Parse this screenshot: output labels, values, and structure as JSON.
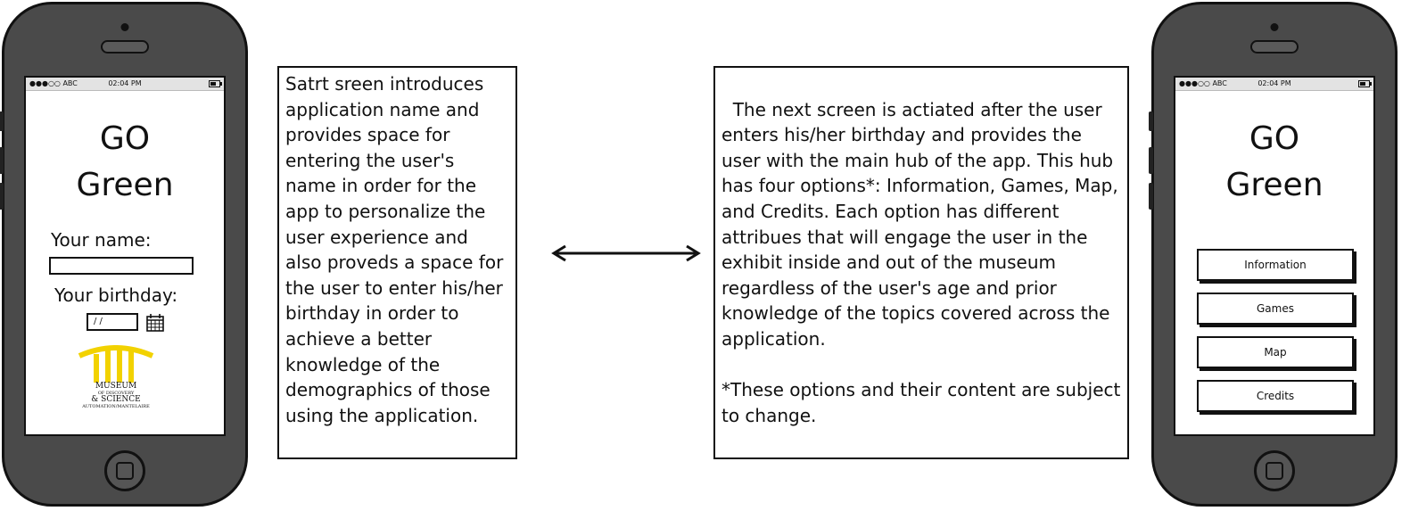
{
  "start_screen": {
    "status": {
      "carrier": "●●●○○ ABC",
      "time": "02:04 PM"
    },
    "title_line1": "GO",
    "title_line2": "Green",
    "name_label": "Your name:",
    "name_value": "",
    "birthday_label": "Your birthday:",
    "birthday_value": "/ /",
    "logo": {
      "line1": "MUSEUM",
      "line2": "OF DISCOVERY",
      "line3": "& SCIENCE",
      "line4": "AUTOMATION/MANTELAIRE",
      "color": "#f2d200"
    }
  },
  "notes": {
    "left": "Satrt sreen introduces application name and provides space for entering the user's name in order for the app to personalize the user experience and also proveds a space for the user to enter his/her birthday in order to achieve a better knowledge of the demographics of those using the application.",
    "right": "The next screen is actiated after the user enters his/her birthday and provides the user with the main hub of the app. This hub has four options*: Information, Games, Map, and Credits. Each option has different attribues that will engage the user in the exhibit inside and out of the museum regardless of the user's age and prior knowledge of the topics covered across the application.",
    "right_footnote": "*These options and their content are subject to change."
  },
  "hub_screen": {
    "status": {
      "carrier": "●●●○○ ABC",
      "time": "02:04 PM"
    },
    "title_line1": "GO",
    "title_line2": "Green",
    "buttons": [
      "Information",
      "Games",
      "Map",
      "Credits"
    ]
  }
}
